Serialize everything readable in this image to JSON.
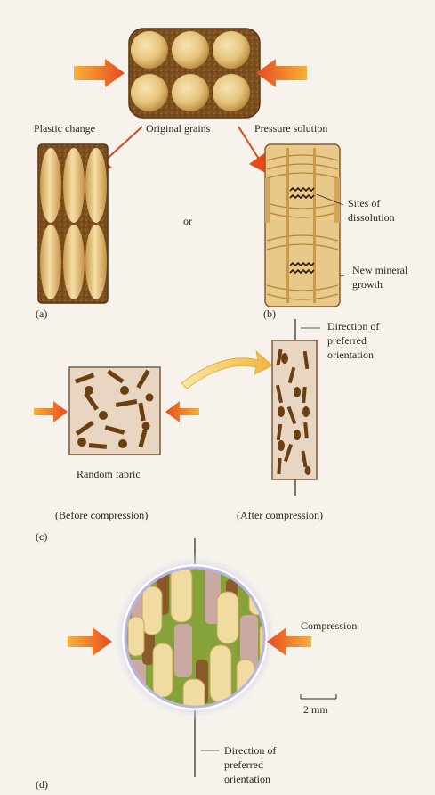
{
  "labels": {
    "plastic_change": "Plastic change",
    "original_grains": "Original grains",
    "pressure_solution": "Pressure solution",
    "or": "or",
    "sites_of_dissolution_1": "Sites of",
    "sites_of_dissolution_2": "dissolution",
    "new_mineral_1": "New mineral",
    "new_mineral_2": "growth",
    "panel_a": "(a)",
    "panel_b": "(b)",
    "panel_c": "(c)",
    "panel_d": "(d)",
    "direction_c_1": "Direction of",
    "direction_c_2": "preferred",
    "direction_c_3": "orientation",
    "random_fabric": "Random fabric",
    "before_compression": "(Before compression)",
    "after_compression": "(After compression)",
    "compression": "Compression",
    "scale_bar": "2 mm",
    "direction_d_1": "Direction of",
    "direction_d_2": "preferred",
    "direction_d_3": "orientation"
  },
  "colors": {
    "arrow": "#ee5a1e",
    "arrow_light": "#f7a12a",
    "grain_light": "#f1d89a",
    "grain_dark": "#b8862f",
    "matrix": "#7a4d1d",
    "fabric_bg": "#e7d2bd",
    "rod": "#6b3f12",
    "green": "#86a33a",
    "pink": "#c9a9a1",
    "brown": "#8b5a2b",
    "cream": "#f0dca0",
    "glow": "#c9c6ea"
  }
}
